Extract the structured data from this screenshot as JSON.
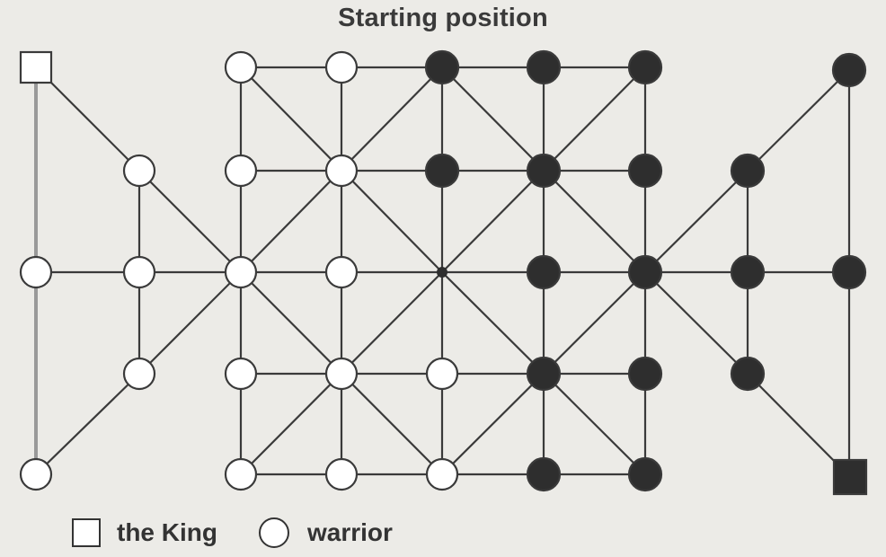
{
  "title": "Starting position",
  "legend": {
    "king_label": "the King",
    "warrior_label": "warrior"
  },
  "colors": {
    "line": "#3a3a3a",
    "white_piece": "#ffffff",
    "black_piece": "#2e2e2e",
    "background": "#ecebe7"
  }
}
